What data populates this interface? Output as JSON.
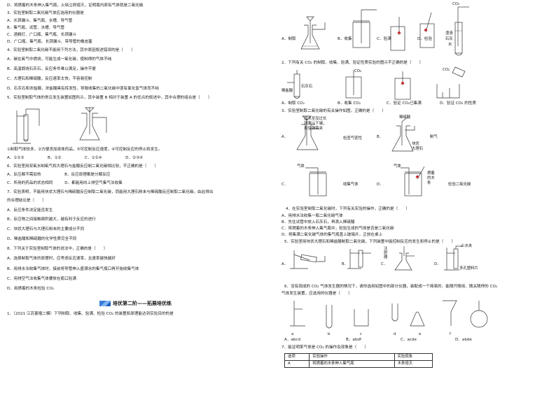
{
  "left": {
    "lines": [
      "D．将燃着的木条伸入集气瓶，火焰立即熄灭，证明瓶内原有气体就是二氧化碳",
      "3．实验室制取二氧化碳气体应选用的仪器是",
      "A．长颈漏斗、集气瓶、水槽、导气管",
      "B．集气瓶、试管、水槽、导气管",
      "C．酒精灯、广口瓶、集气瓶、长颈漏斗",
      "D．广口瓶、集气瓶、长颈漏斗、带导管的橡皮塞",
      "4．实验室制取二氧化碳不能用下列方法，其中原因叙述错误的是（　　）",
      "A．碳在氧气中燃烧，可能生成一氧化碳，使制得的气体不纯",
      "B．高温煅烧石灰石，反应条件难以满足，操作不便",
      "C．大理石和稀硫酸，反应速率太快，不容易控制",
      "D．石灰石和浓盐酸，浓盐酸具有挥发性，导致收集的二氧化碳中混有氯化氢气体而不纯",
      "5．实验室制取气体的常见发生装置如图所示，其中装置 B 相对于装置 A 的优点的叙述中，其中合理的组合是（　　）",
      "①制取气体较多，②方便添加液体药品，③可控制反应速度，④可控制反应的停止和发生。",
      "A．①②③　　　　　　B．①②　　　　　　C．①②④　　　　　　D．②③④",
      "6．实验室用双氧水制氧气和大理石与盐酸反应制二氧化碳相比较，不正确的是（　　）",
      "A．反应都不需加热　　　　　　B．反应原理都是分解反应",
      "C．所用的药品的状态相同　　　D．都能用向上排空气集气法收集",
      "7．实验表明，不能用块状大理石与稀硫酸反应制取二氧化碳，而能用大理石粉末与稀硫酸反应制取二氧化碳。由此得出",
      "的合理结论是（　　）",
      "A．反应条件决定能否发生",
      "B．反应物之间接触面积越大，越有利于反应的进行",
      "C．块状大理石与大理石粉末的主要成分不同",
      "D．稀盐酸和稀硫酸的化学性质完全不同",
      "8．下列关于实验室制取气体的说法中，正确的是（　　）",
      "A．选择制取气体的原理时，应考虑反应速率，且速率越快越好",
      "B．用排水法收集气体时，接前将导管伸入盛满水的集气瓶口再开始收集气体",
      "C．用排空气法收集气体要放在瓶口验满",
      "D．用燃着的木条检验 CO₂"
    ],
    "section_title": "培优第二阶——拓展培优练",
    "q1": "1．（2021 江苏姜堰二模）下列制取、收集、验满、检验 CO₂ 的装置和原理能达到实验目的的是",
    "fig_labels": [
      "A",
      "B"
    ]
  },
  "right": {
    "q1_options": [
      "A．制取",
      "B．收集",
      "C．验满",
      "D．检验"
    ],
    "q1_labels": [
      "CO₂",
      "澄清",
      "石灰",
      "水"
    ],
    "q2": "2．下列有关 CO₂ 的制取、收集、验满、验证性质实验的图示不正确的是（　　）",
    "q2_options": [
      "A．制取 CO₂",
      "B．收集 CO₂",
      "C．验证 CO₂已集满",
      "D．验证 CO₂ 的性质"
    ],
    "q2_labels": [
      "稀盐酸",
      "石灰石",
      "CO₂",
      "CO₂"
    ],
    "q3": "3．实验室制取二氧化碳的有关操作如图，正确的是（　　）",
    "q3_options": [
      "A．",
      "B．",
      "C．",
      "D．"
    ],
    "q3_captions": [
      "检查气密性",
      "制气",
      "收集气体",
      "检验二氧化碳"
    ],
    "q3_labels": [
      "加水至没过长",
      "颈漏斗下端，",
      "夹住弹簧夹",
      "稀硫酸",
      "块状",
      "大理石",
      "气体",
      "气体",
      "燃着",
      "的木",
      "条"
    ],
    "q4": "4．在实验室制取二氧化碳时，下列有关实验的操作，正确的是（　　）",
    "q4_options": [
      "A．用排水法收集一瓶二氧化碳气体",
      "B．先往试管中放入石灰石，再滴入稀硫酸",
      "C．将燃着的木条伸入集气瓶中，检验生成的气体是否是二氧化碳",
      "D．将集满二氧化碳气体的集气瓶盖上玻璃片，正放在桌上"
    ],
    "q5": "5．实验室用块状大理石和稀盐酸制取二氧化碳，下列装置中能控制反应的发生和停止的是（　　）",
    "q5_options": [
      "A．",
      "B．",
      "C．",
      "D．"
    ],
    "q5_labels": [
      "注",
      "射",
      "器",
      "多孔塑料片",
      "止水夹"
    ],
    "q6": "6．没有现成的 CO₂ 气体发生器的情况下，请你选用如图中的部分仪器，装配成一个简易的、能随开随用、随关随停的 CO₂",
    "q6b": "气体发生装置，应选用的仪器是（　　）",
    "q6_letters": [
      "a",
      "b",
      "c",
      "d",
      "e",
      "f"
    ],
    "q6_options": [
      "A．abcd",
      "B．abdf",
      "C．acde",
      "D．abde"
    ],
    "q7": "7．能证明某气体是 CO₂ 的操作及现象是（　　）",
    "q7_table": {
      "header": [
        "选项",
        "实验操作",
        "实验现象"
      ],
      "rows": [
        [
          "A",
          "将燃着的木条伸入集气瓶",
          "木条熄灭"
        ]
      ]
    }
  }
}
